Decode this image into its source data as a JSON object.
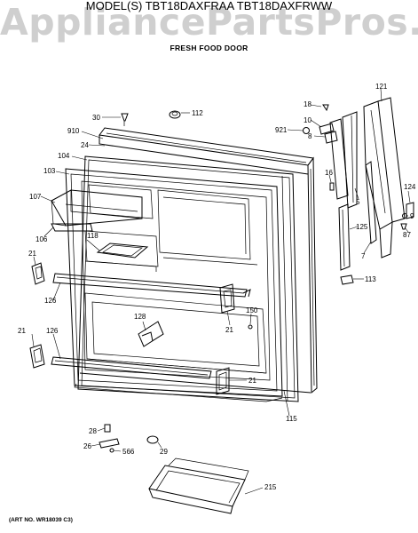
{
  "header": {
    "models": "MODEL(S) TBT18DAXFRAA TBT18DAXFRWW",
    "watermark": "AppliancePartsPros.com",
    "section_title": "FRESH FOOD DOOR"
  },
  "art_number": "(ART NO. WR18039 C3)",
  "labels": {
    "l30": "30",
    "l112": "112",
    "l910": "910",
    "l24": "24",
    "l104": "104",
    "l103": "103",
    "l107": "107",
    "l106": "106",
    "l118": "118",
    "l21a": "21",
    "l126a": "126",
    "l128": "128",
    "l150": "150",
    "l21b": "21",
    "l21c": "21",
    "l126b": "126",
    "l21d": "21",
    "l18": "18",
    "l10": "10",
    "l921": "921",
    "l8": "8",
    "l121": "121",
    "l16": "16",
    "l5": "5",
    "l125": "125",
    "l7": "7",
    "l124": "124",
    "l9": "9",
    "l87": "87",
    "l113": "113",
    "l115": "115",
    "l28": "28",
    "l26": "26",
    "l566": "566",
    "l29": "29",
    "l215": "215"
  }
}
